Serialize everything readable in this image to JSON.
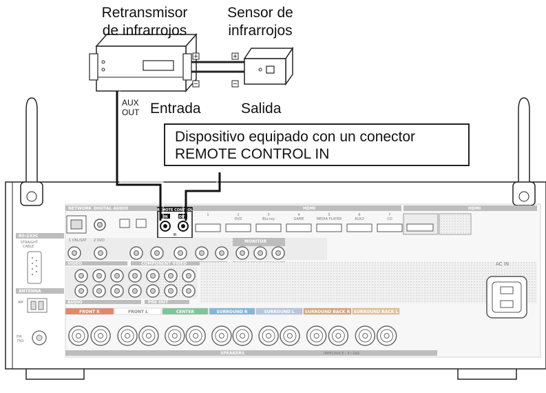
{
  "labels": {
    "repeater": [
      "Retransmisor",
      "de infrarrojos"
    ],
    "sensor": [
      "Sensor de",
      "infrarrojos"
    ],
    "aux_out": [
      "AUX",
      "OUT"
    ],
    "input": "Entrada",
    "output": "Salida",
    "callout": [
      "Dispositivo equipado con un conector",
      "REMOTE CONTROL IN"
    ],
    "plus": "+",
    "minus": "−"
  },
  "panel": {
    "remote_control": "REMOTE CONTROL",
    "ir_in": "IN",
    "ir_out": "OUT",
    "ir": "IR",
    "network": "NETWORK",
    "digital_audio": "DIGITAL AUDIO",
    "rs232c": "RS-232C",
    "straight_cable": [
      "STRAIGHT",
      "CABLE"
    ],
    "antenna": "ANTENNA",
    "am": "AM",
    "fm": [
      "FM",
      "75Ω"
    ],
    "ac_in": "AC IN",
    "hdmi": "HDMI",
    "hdmi_inputs": [
      "1",
      "2",
      "3",
      "4",
      "5",
      "6",
      "7"
    ],
    "hdmi_sources": [
      "",
      "DVD",
      "Blu-ray",
      "GAME",
      "MEDIA PLAYER",
      "AUX2",
      "CD"
    ],
    "monitor": "MONITOR",
    "video": "VIDEO",
    "cbl_sat": "1 CBL/SAT",
    "dvd2": "2 DVD",
    "component_video": "COMPONENT VIDEO",
    "audio": "AUDIO",
    "pre_out": "PRE OUT",
    "speakers": "SPEAKERS",
    "impedance": "IMPEDANCE : 4~16Ω",
    "speaker_groups": [
      "FRONT R",
      "FRONT L",
      "CENTER",
      "SURROUND R",
      "SURROUND L",
      "SURROUND BACK R",
      "SURROUND BACK L"
    ],
    "speaker_colors": [
      "#e3866b",
      "#ffffff",
      "#7ec49a",
      "#7fb8d9",
      "#b7c7e0",
      "#d9a36f",
      "#e6c08f"
    ]
  }
}
